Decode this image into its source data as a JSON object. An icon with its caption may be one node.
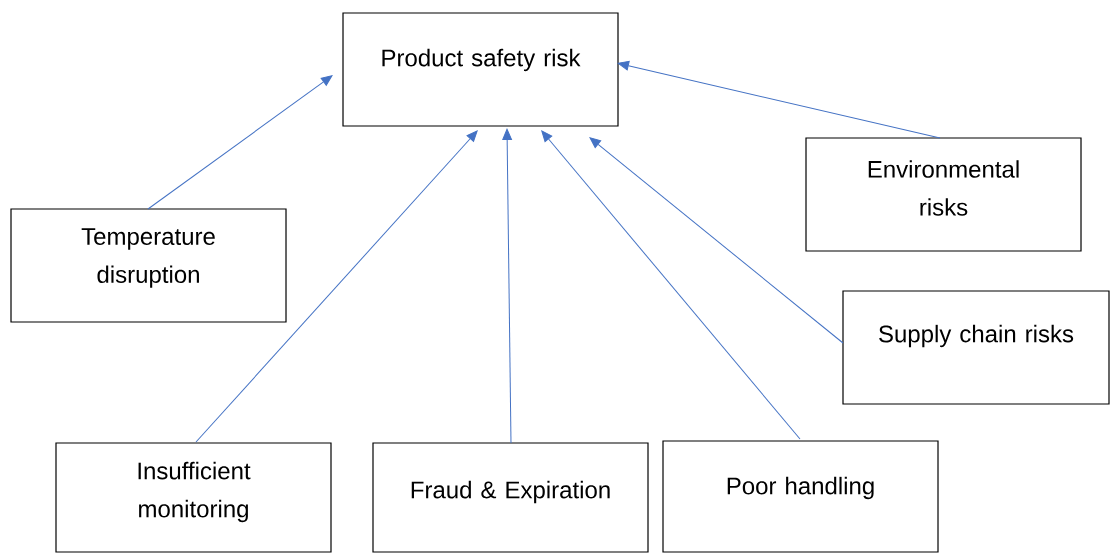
{
  "diagram": {
    "nodes": [
      {
        "text": [
          "Product safety risk"
        ]
      },
      {
        "text": [
          "Temperature disruption"
        ]
      },
      {
        "text": [
          "Environmental risks"
        ]
      },
      {
        "text": [
          "Supply chain risks"
        ]
      },
      {
        "text": [
          "Insufficient monitoring"
        ]
      },
      {
        "text": [
          "Fraud & Expiration"
        ]
      },
      {
        "text": [
          "Poor handling"
        ]
      }
    ],
    "edges": [
      {
        "from": 1,
        "to": 0,
        "arrow": "to"
      },
      {
        "from": 2,
        "to": 0,
        "arrow": "to"
      },
      {
        "from": 3,
        "to": 0,
        "arrow": "to"
      },
      {
        "from": 4,
        "to": 0,
        "arrow": "to"
      },
      {
        "from": 5,
        "to": 0,
        "arrow": "to"
      },
      {
        "from": 6,
        "to": 0,
        "arrow": "to"
      }
    ]
  }
}
